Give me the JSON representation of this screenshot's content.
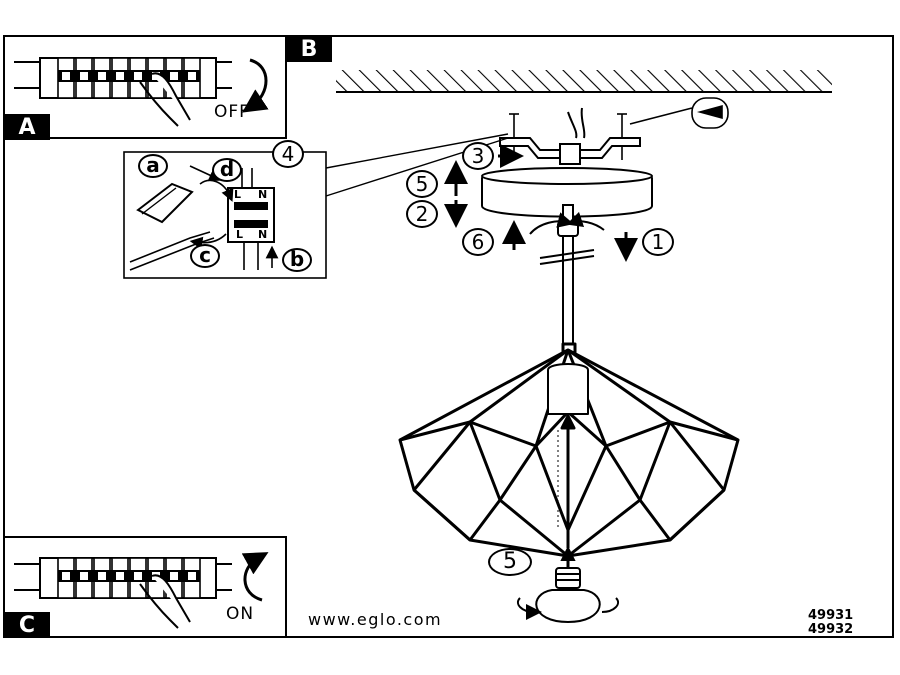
{
  "panels": {
    "a_label": "A",
    "b_label": "B",
    "c_label": "C"
  },
  "switch_off_text": "OFF",
  "switch_on_text": "ON",
  "website": "www.eglo.com",
  "product_codes": [
    "49931",
    "49932"
  ],
  "steps": {
    "s1": "1",
    "s2": "2",
    "s3": "3",
    "s4": "4",
    "s5_top": "5",
    "s6": "6",
    "s5_bulb": "5"
  },
  "connector": {
    "a": "a",
    "b": "b",
    "c": "c",
    "d": "d",
    "terminal_L_top": "L",
    "terminal_N_top": "N",
    "terminal_L_bottom": "L",
    "terminal_N_bottom": "N"
  }
}
